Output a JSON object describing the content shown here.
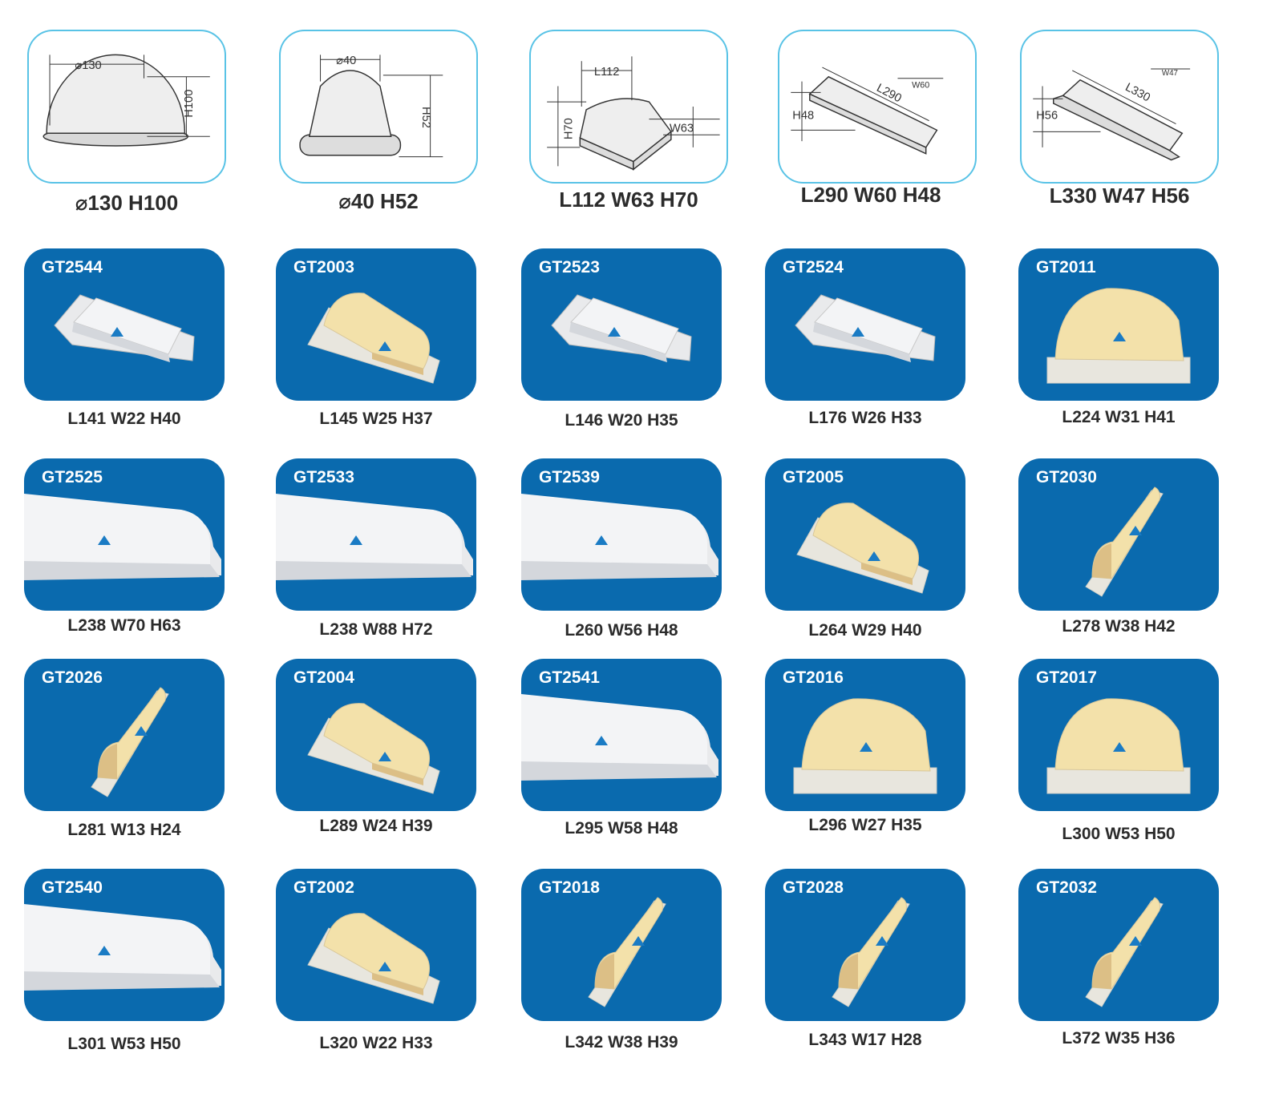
{
  "diagrams": [
    {
      "caption": "⌀130  H100",
      "labels": [
        "⌀130",
        "H100"
      ]
    },
    {
      "caption": "⌀40 H52",
      "labels": [
        "⌀40",
        "H52"
      ]
    },
    {
      "caption": "L112 W63 H70",
      "labels": [
        "L112",
        "W63",
        "H70"
      ]
    },
    {
      "caption": "L290 W60 H48",
      "labels": [
        "L290",
        "W60",
        "H48"
      ]
    },
    {
      "caption": "L330 W47 H56",
      "labels": [
        "L330",
        "W47",
        "H56"
      ]
    }
  ],
  "products": [
    {
      "code": "GT2544",
      "dims": "L141 W22 H40",
      "material": "white",
      "shape": "bar"
    },
    {
      "code": "GT2003",
      "dims": "L145 W25 H37",
      "material": "yellow",
      "shape": "dome"
    },
    {
      "code": "GT2523",
      "dims": "L146 W20 H35",
      "material": "white",
      "shape": "bar"
    },
    {
      "code": "GT2524",
      "dims": "L176 W26 H33",
      "material": "white",
      "shape": "bar"
    },
    {
      "code": "GT2011",
      "dims": "L224 W31 H41",
      "material": "yellow",
      "shape": "wide"
    },
    {
      "code": "GT2525",
      "dims": "L238 W70 H63",
      "material": "white",
      "shape": "long"
    },
    {
      "code": "GT2533",
      "dims": "L238 W88 H72",
      "material": "white",
      "shape": "long"
    },
    {
      "code": "GT2539",
      "dims": "L260 W56 H48",
      "material": "white",
      "shape": "long"
    },
    {
      "code": "GT2005",
      "dims": "L264 W29 H40",
      "material": "yellow",
      "shape": "dome"
    },
    {
      "code": "GT2030",
      "dims": "L278 W38 H42",
      "material": "yellow",
      "shape": "diag"
    },
    {
      "code": "GT2026",
      "dims": "L281 W13 H24",
      "material": "yellow",
      "shape": "diag"
    },
    {
      "code": "GT2004",
      "dims": "L289 W24 H39",
      "material": "yellow",
      "shape": "dome"
    },
    {
      "code": "GT2541",
      "dims": "L295 W58 H48",
      "material": "white",
      "shape": "long"
    },
    {
      "code": "GT2016",
      "dims": "L296 W27 H35",
      "material": "yellow",
      "shape": "wide"
    },
    {
      "code": "GT2017",
      "dims": "L300 W53 H50",
      "material": "yellow",
      "shape": "wide"
    },
    {
      "code": "GT2540",
      "dims": "L301 W53 H50",
      "material": "white",
      "shape": "long"
    },
    {
      "code": "GT2002",
      "dims": "L320 W22 H33",
      "material": "yellow",
      "shape": "dome"
    },
    {
      "code": "GT2018",
      "dims": "L342 W38 H39",
      "material": "yellow",
      "shape": "diag"
    },
    {
      "code": "GT2028",
      "dims": "L343 W17 H28",
      "material": "yellow",
      "shape": "diag"
    },
    {
      "code": "GT2032",
      "dims": "L372 W35 H36",
      "material": "yellow",
      "shape": "diag"
    }
  ],
  "colors": {
    "card_blue": "#0a6aae",
    "diagram_border": "#59c3e6",
    "white_material": "#eef0f2",
    "yellow_material": "#f2dfa8",
    "base": "#e6e6df"
  }
}
